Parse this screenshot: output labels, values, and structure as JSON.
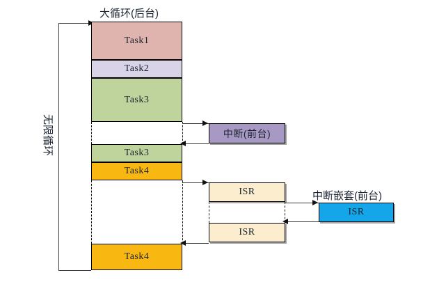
{
  "diagram": {
    "title_main": "大循环(后台)",
    "label_loop": "无限循环",
    "label_interrupt": "中断(前台)",
    "label_nested": "中断嵌套(前台)",
    "colors": {
      "task1": "#dfb3ae",
      "task2": "#d8d3e6",
      "task3": "#bed49c",
      "task4": "#f9b712",
      "interrupt": "#a898c4",
      "isr": "#fbedcd",
      "isr_nested": "#14a6e8",
      "line": "#3a3a3a"
    },
    "blocks": {
      "task1": "Task1",
      "task2": "Task2",
      "task3_a": "Task3",
      "task3_b": "Task3",
      "task4_a": "Task4",
      "task4_b": "Task4",
      "interrupt_box": "中断(前台)",
      "isr_top": "ISR",
      "isr_bottom": "ISR",
      "isr_nested_box": "ISR"
    }
  }
}
